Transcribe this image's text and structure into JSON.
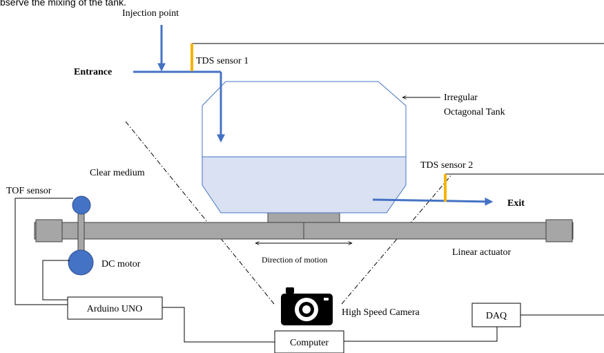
{
  "caption": "bserve the mixing of the tank.",
  "labels": {
    "injection_point": "Injection point",
    "entrance": "Entrance",
    "tds_sensor_1": "TDS sensor 1",
    "tank_line1": "Irregular",
    "tank_line2": "Octagonal Tank",
    "clear_medium": "Clear medium",
    "tds_sensor_2": "TDS sensor 2",
    "exit": "Exit",
    "tof_sensor": "TOF sensor",
    "dc_motor": "DC motor",
    "direction_of_motion": "Direction of motion",
    "linear_actuator": "Linear actuator",
    "arduino": "Arduino UNO",
    "high_speed_camera": "High Speed Camera",
    "daq": "DAQ",
    "computer": "Computer"
  },
  "colors": {
    "flow_arrow": "#4472C4",
    "sensor": "#F5B400",
    "liquid": "#D9E1F2",
    "tank_outline": "#4472C4",
    "actuator_fill": "#A6A6A6",
    "motor_fill": "#4472C4",
    "line": "#000000"
  },
  "icons": {
    "camera": "camera-icon"
  }
}
